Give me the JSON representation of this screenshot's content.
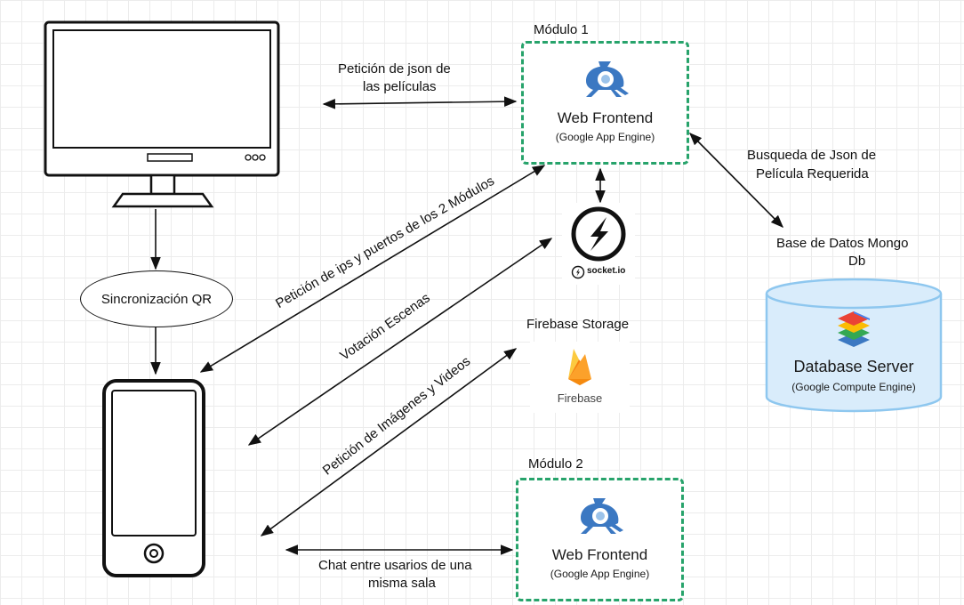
{
  "module1": {
    "heading": "Módulo 1",
    "title": "Web Frontend",
    "subtitle": "(Google App Engine)"
  },
  "module2": {
    "heading": "Módulo 2",
    "title": "Web Frontend",
    "subtitle": "(Google App Engine)"
  },
  "database": {
    "heading_line1": "Base de Datos Mongo",
    "heading_line2": "Db",
    "title": "Database Server",
    "subtitle": "(Google Compute Engine)"
  },
  "firebase": {
    "heading": "Firebase Storage",
    "logo_text": "Firebase"
  },
  "socketio": {
    "logo_text": "socket.io"
  },
  "sync_node": "Sincronización QR",
  "labels": {
    "json_request_line1": "Petición de json de",
    "json_request_line2": "las películas",
    "search_line1": "Busqueda de Json de",
    "search_line2": "Película Requerida",
    "ips_ports": "Petición de ips y puertos de los 2 Módulos",
    "voting": "Votación Escenas",
    "media_request": "Petición de Imágenes y Videos",
    "chat_line1": "Chat entre usarios de una",
    "chat_line2": "misma sala"
  },
  "icons": [
    "monitor-icon",
    "smartphone-icon",
    "app-engine-icon",
    "socketio-icon",
    "firebase-icon",
    "database-cylinder-icon",
    "gcp-layers-icon"
  ],
  "colors": {
    "module_border": "#27a36b",
    "app_engine_blue": "#3b78c2",
    "db_fill": "#d9ecfb",
    "db_stroke": "#8ec7ef",
    "firebase_yellow": "#fcca3f",
    "firebase_orange": "#f5820d"
  }
}
